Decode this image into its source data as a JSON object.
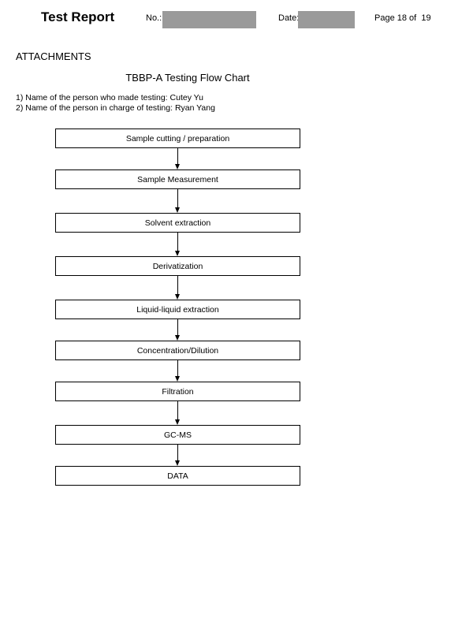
{
  "header": {
    "title": "Test Report",
    "no_label": "No.:",
    "date_label": "Date:",
    "page_info": "Page 18 of  19"
  },
  "section": {
    "heading": "ATTACHMENTS",
    "chart_title": "TBBP-A Testing Flow Chart",
    "person_made": "1) Name of the person who made testing: Cutey Yu",
    "person_charge": "2) Name of the person in charge of testing: Ryan Yang"
  },
  "flow": {
    "steps": [
      "Sample cutting / preparation",
      "Sample Measurement",
      "Solvent extraction",
      "Derivatization",
      "Liquid-liquid extraction",
      "Concentration/Dilution",
      "Filtration",
      "GC-MS",
      "DATA"
    ]
  },
  "colors": {
    "redaction": "#9a9a9a",
    "text": "#000000"
  }
}
